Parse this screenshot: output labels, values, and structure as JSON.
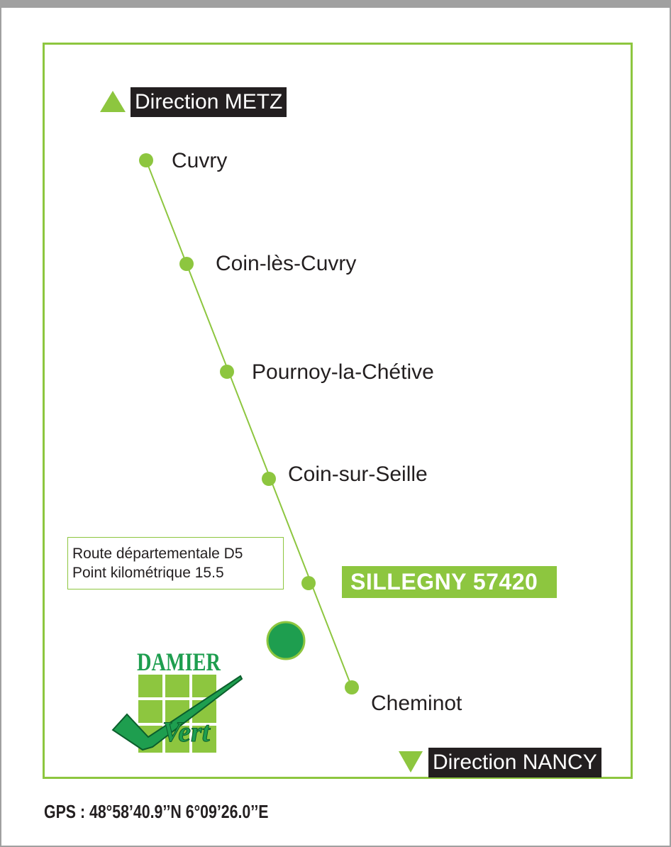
{
  "directions": {
    "north_label": "Direction METZ",
    "south_label": "Direction NANCY"
  },
  "towns": [
    {
      "name": "Cuvry"
    },
    {
      "name": "Coin-lès-Cuvry"
    },
    {
      "name": "Pournoy-la-Chétive"
    },
    {
      "name": "Coin-sur-Seille"
    },
    {
      "name": "Cheminot"
    }
  ],
  "location": {
    "name": "SILLEGNY 57420",
    "road_line1": "Route départementale D5",
    "road_line2": "Point kilométrique 15.5"
  },
  "logo": {
    "top_text": "DAMIER",
    "script_text": "Vert"
  },
  "gps": "GPS : 48°58’40.9’’N 6°09’26.0’’E",
  "colors": {
    "accent_green": "#8dc63f",
    "marker_dark_green": "#1e9e4f",
    "label_dark": "#231f20"
  }
}
